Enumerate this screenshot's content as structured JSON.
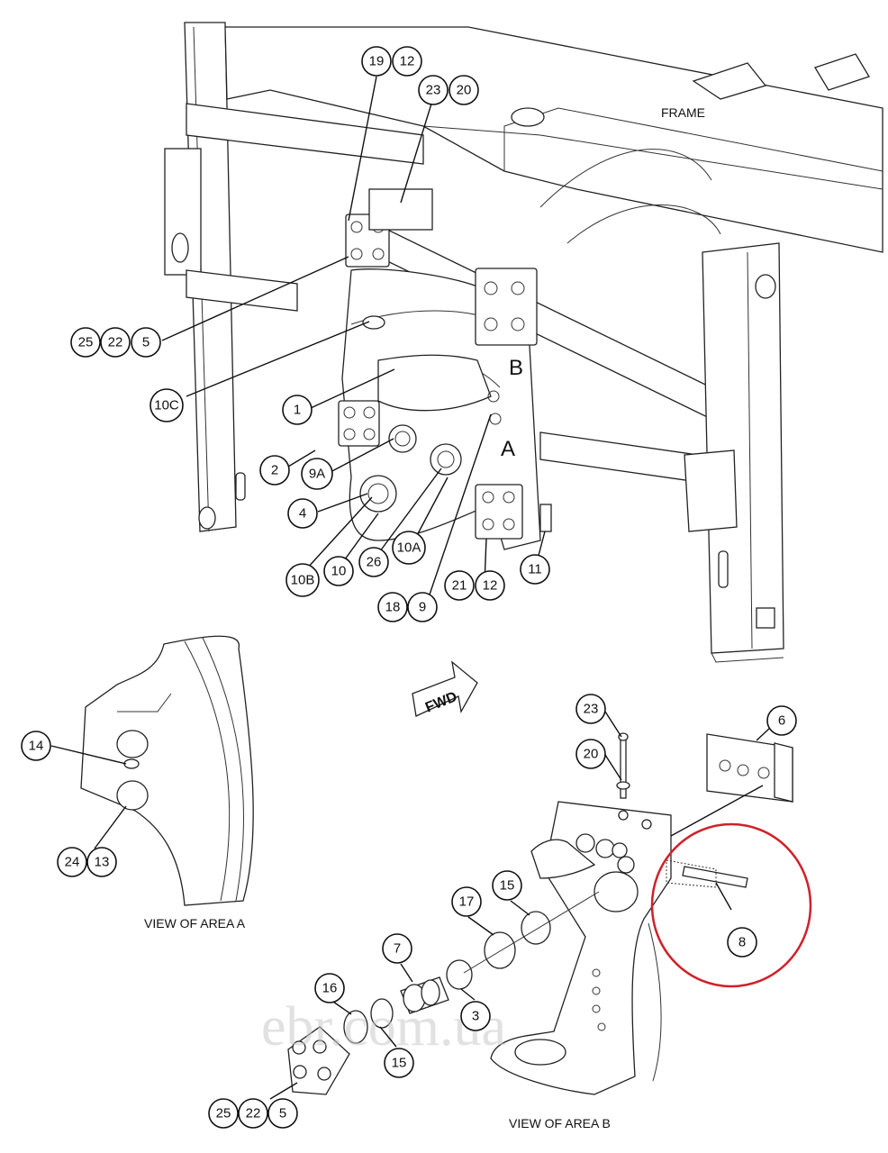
{
  "labels": {
    "frame": "FRAME",
    "area_a_letter": "A",
    "area_b_letter": "B",
    "fwd": "FWD",
    "view_a": "VIEW OF AREA A",
    "view_b": "VIEW OF AREA B",
    "watermark": "ebr.com.ua"
  },
  "highlight_color": "#d0202a",
  "callouts": {
    "c19": "19",
    "c12a": "12",
    "c23a": "23",
    "c20a": "20",
    "c25a": "25",
    "c22a": "22",
    "c5a": "5",
    "c10c": "10C",
    "c1": "1",
    "c2": "2",
    "c9a": "9A",
    "c4": "4",
    "c10b": "10B",
    "c10": "10",
    "c26": "26",
    "c10a": "10A",
    "c18": "18",
    "c9": "9",
    "c21": "21",
    "c12b": "12",
    "c11": "11",
    "c14": "14",
    "c24": "24",
    "c13": "13",
    "c23b": "23",
    "c20b": "20",
    "c6": "6",
    "c15a": "15",
    "c17": "17",
    "c8": "8",
    "c7": "7",
    "c3": "3",
    "c16": "16",
    "c15b": "15",
    "c25b": "25",
    "c22b": "22",
    "c5b": "5"
  }
}
